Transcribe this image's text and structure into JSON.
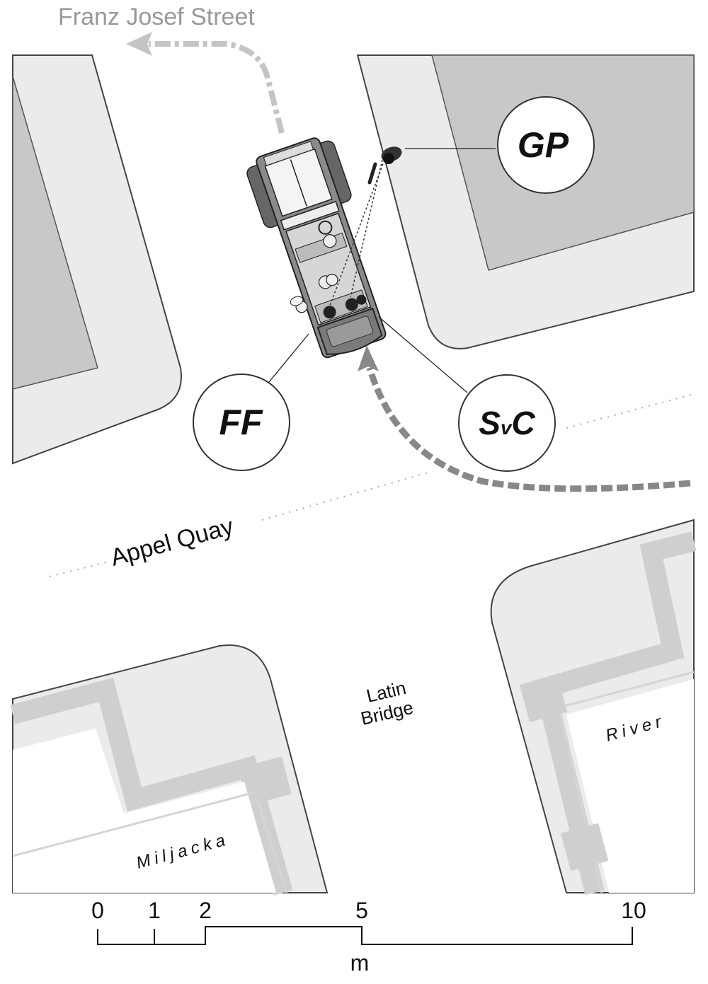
{
  "streets": {
    "franz_josef": "Franz Josef Street",
    "appel_quay": "Appel Quay",
    "latin_bridge_line1": "Latin",
    "latin_bridge_line2": "Bridge",
    "river_right": "River",
    "river_left": "Miljacka"
  },
  "markers": {
    "gp": "GP",
    "ff": "FF",
    "svc_s": "S",
    "svc_v": "v",
    "svc_c": "C"
  },
  "scale_bar": {
    "ticks": [
      "0",
      "1",
      "2",
      "5",
      "10"
    ],
    "unit": "m"
  },
  "colors": {
    "block_fill": "#ebebeb",
    "building_fill": "#c8c8c8",
    "road_fill": "#ffffff",
    "outline": "#444444",
    "route_gray": "#aaaaaa",
    "route_dark": "#777777",
    "vehicle_body": "#555555"
  }
}
